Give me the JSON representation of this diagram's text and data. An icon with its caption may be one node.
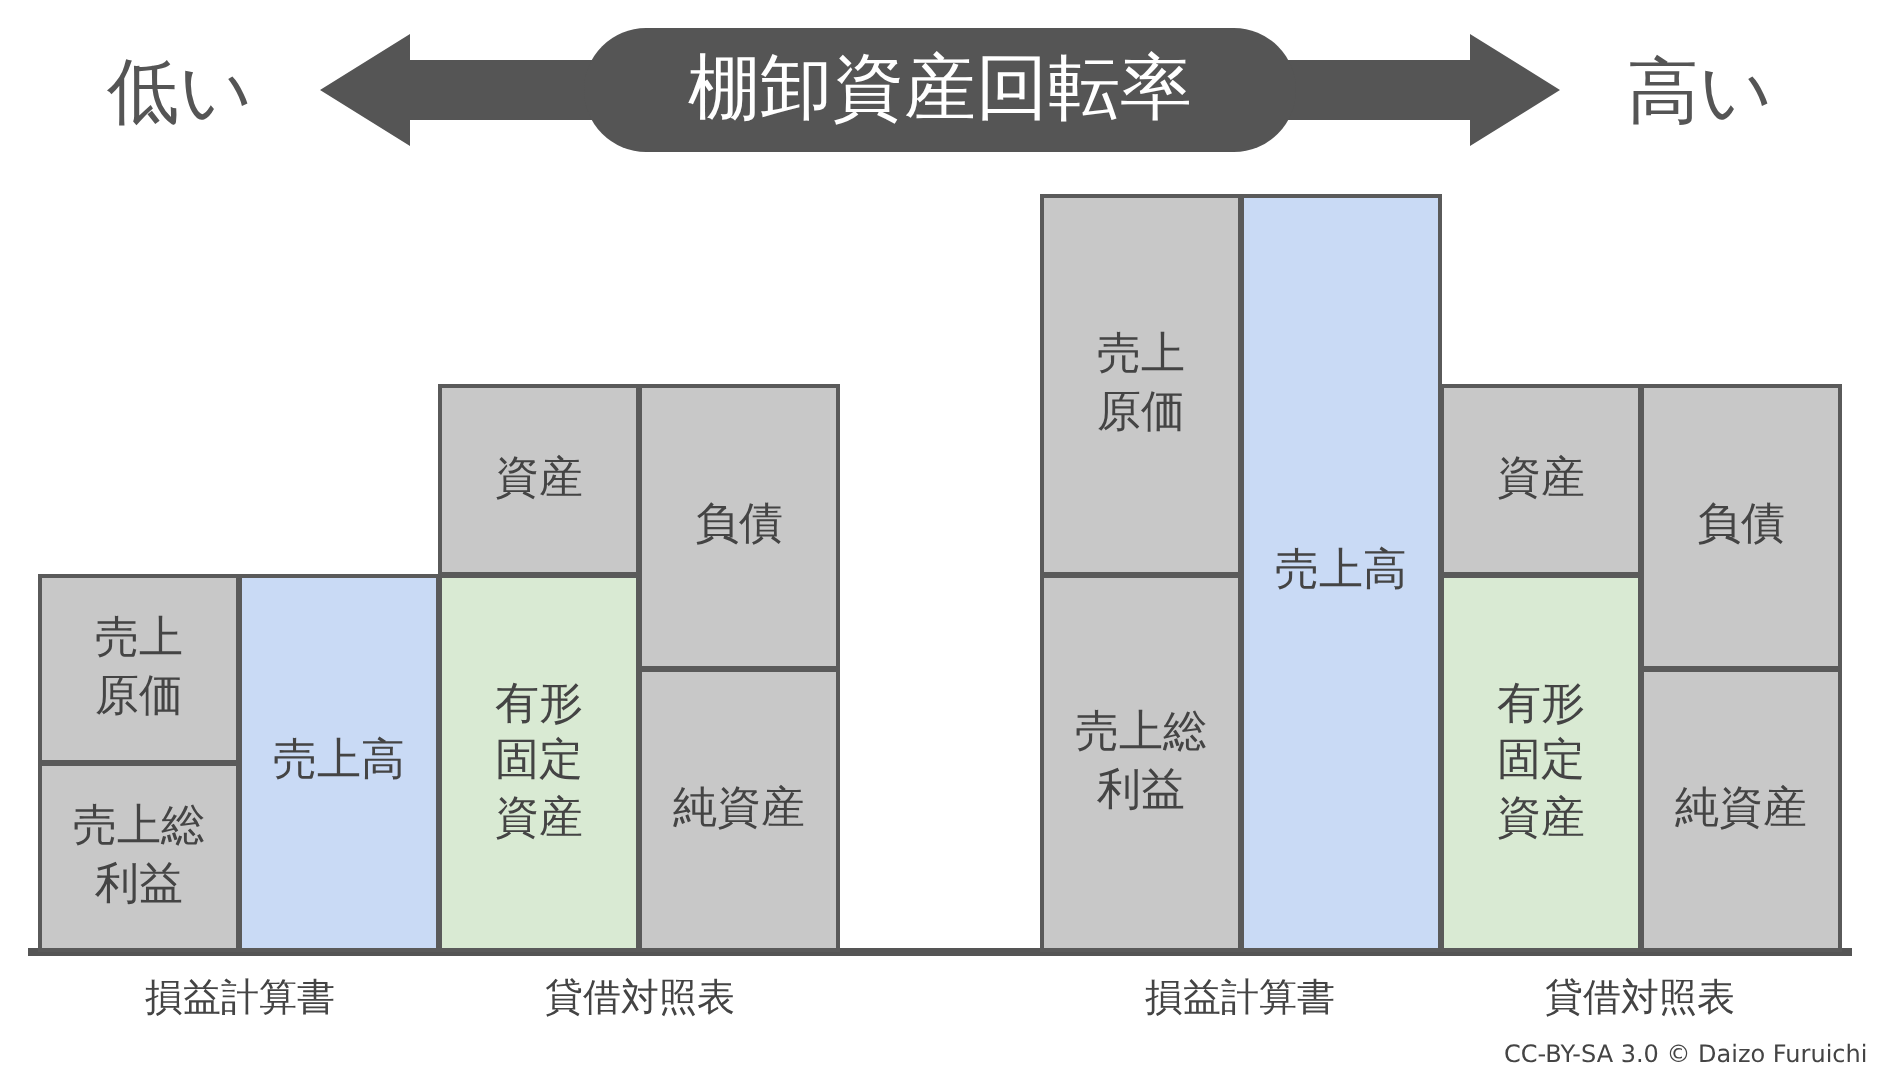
{
  "diagram": {
    "title": "棚卸資産回転率",
    "nodes": [
      {
        "text": [
          "売上原価"
        ]
      },
      {
        "text": [
          "売上総利益"
        ]
      },
      {
        "text": [
          "売上高"
        ]
      },
      {
        "text": [
          "資産"
        ]
      },
      {
        "text": [
          "有形固定資産"
        ]
      },
      {
        "text": [
          "負債"
        ]
      },
      {
        "text": [
          "純資産"
        ]
      },
      {
        "text": [
          "売上原価"
        ]
      },
      {
        "text": [
          "売上総利益"
        ]
      },
      {
        "text": [
          "売上高"
        ]
      },
      {
        "text": [
          "資産"
        ]
      },
      {
        "text": [
          "有形固定資産"
        ]
      },
      {
        "text": [
          "負債"
        ]
      },
      {
        "text": [
          "純資産"
        ]
      }
    ],
    "labels": [
      "低い",
      "高い",
      "損益計算書",
      "貸借対照表",
      "損益計算書",
      "貸借対照表",
      "CC-BY-SA 3.0 © Daizo Furuichi"
    ]
  }
}
